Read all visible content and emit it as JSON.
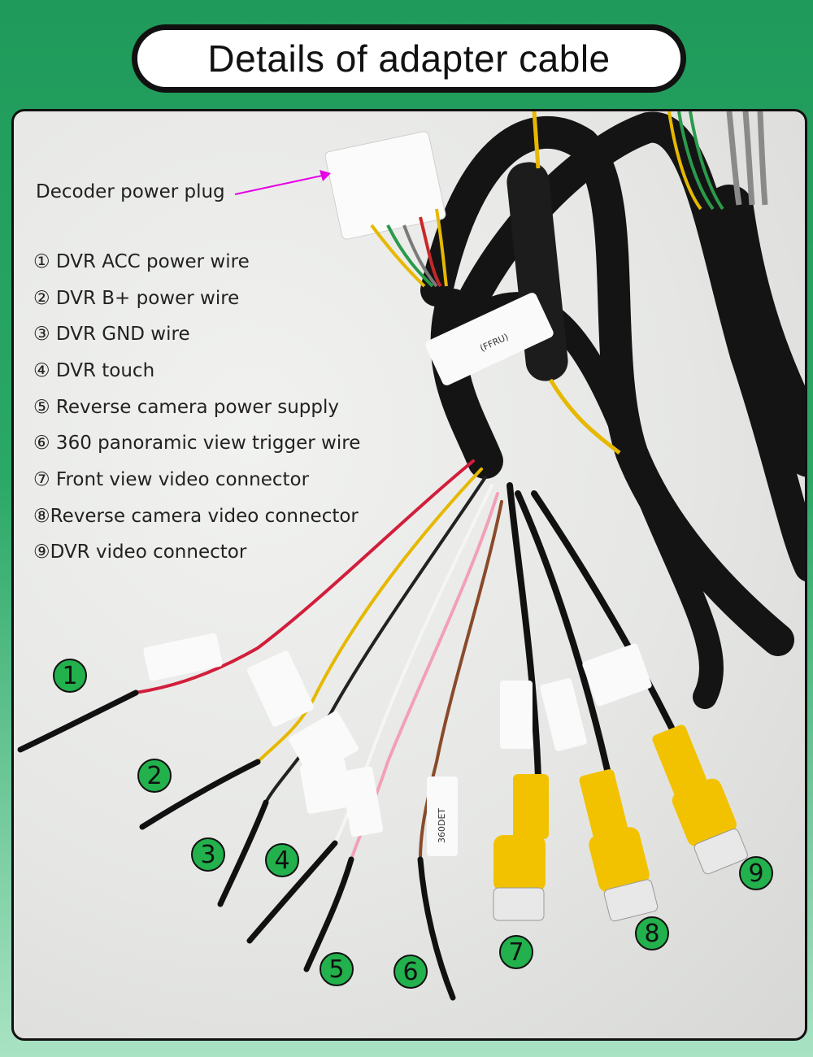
{
  "title": "Details of adapter cable",
  "decoder_label": "Decoder power plug",
  "items": [
    "① DVR ACC power wire",
    "② DVR B+ power wire",
    "③ DVR GND wire",
    "④ DVR touch",
    "⑤ Reverse camera power supply",
    "⑥ 360 panoramic view trigger wire",
    "⑦ Front view video connector",
    "⑧Reverse camera video connector",
    "⑨DVR video connector"
  ],
  "badges": [
    "1",
    "2",
    "3",
    "4",
    "5",
    "6",
    "7",
    "8",
    "9"
  ],
  "tag_360": "360DET",
  "tag_ffru": "(FFRU)",
  "colors": {
    "green": "#22b14c",
    "pink_arrow": "#e600e6",
    "rca_yellow": "#f2c200",
    "cable_black": "#141414"
  }
}
